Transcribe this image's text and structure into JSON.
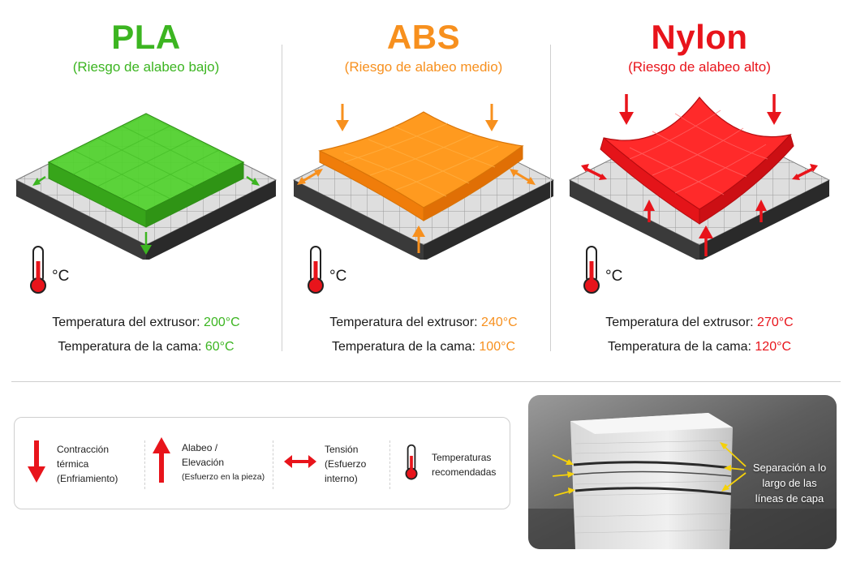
{
  "columns": [
    {
      "title": "PLA",
      "subtitle": "(Riesgo de alabeo bajo)",
      "color": "#3cb521",
      "unit": "°C",
      "extruder_label": "Temperatura del extrusor:",
      "extruder_value": "200°C",
      "bed_label": "Temperatura de la cama:",
      "bed_value": "60°C"
    },
    {
      "title": "ABS",
      "subtitle": "(Riesgo de alabeo medio)",
      "color": "#f7901e",
      "unit": "°C",
      "extruder_label": "Temperatura del extrusor:",
      "extruder_value": "240°C",
      "bed_label": "Temperatura de la cama:",
      "bed_value": "100°C"
    },
    {
      "title": "Nylon",
      "subtitle": "(Riesgo de alabeo alto)",
      "color": "#e8141b",
      "unit": "°C",
      "extruder_label": "Temperatura del extrusor:",
      "extruder_value": "270°C",
      "bed_label": "Temperatura de la cama:",
      "bed_value": "120°C"
    }
  ],
  "legend": {
    "contraction": [
      "Contracción",
      "térmica",
      "(Enfriamiento)"
    ],
    "warp": [
      "Alabeo /",
      "Elevación",
      "(Esfuerzo en la pieza)"
    ],
    "tension": [
      "Tensión",
      "(Esfuerzo",
      "interno)"
    ],
    "temps": [
      "Temperaturas",
      "recomendadas"
    ]
  },
  "photo": {
    "label": [
      "Separación a lo",
      "largo de las",
      "líneas de capa"
    ]
  },
  "colors": {
    "accent_red": "#e8141b",
    "orange": "#f7901e",
    "green": "#3cb521"
  }
}
